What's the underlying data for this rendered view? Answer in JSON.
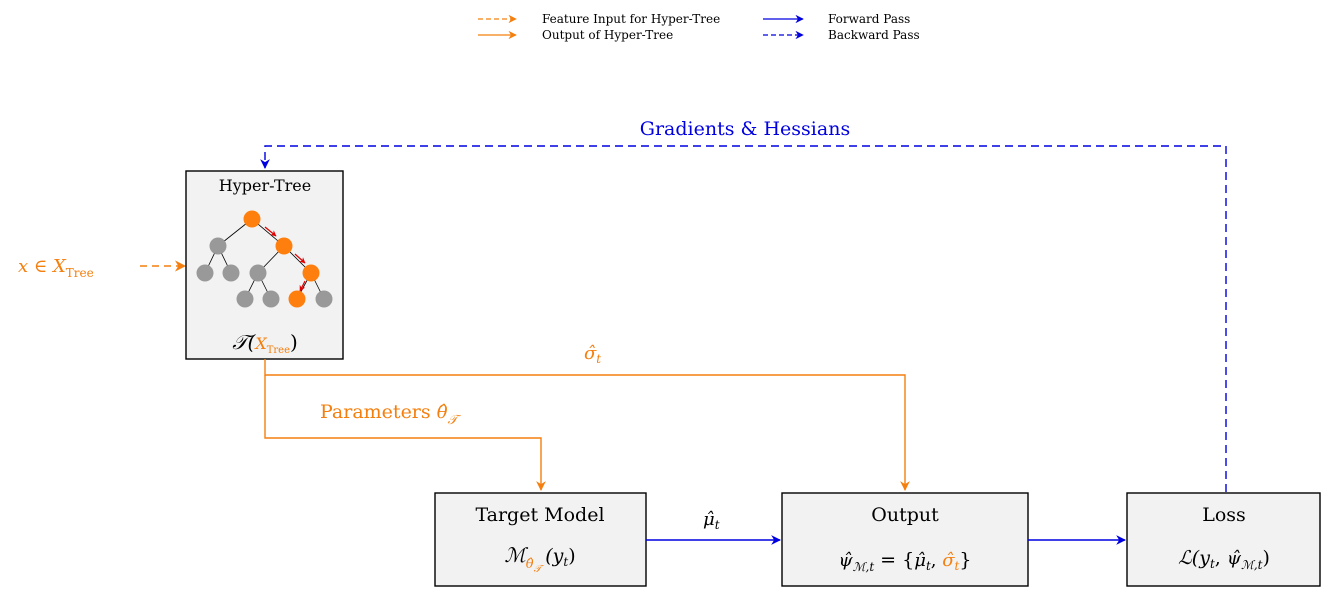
{
  "legend": {
    "items": [
      {
        "label": "Feature Input for Hyper-Tree",
        "style": "orange-dashed"
      },
      {
        "label": "Output of Hyper-Tree",
        "style": "orange-solid"
      },
      {
        "label": "Forward Pass",
        "style": "blue-solid"
      },
      {
        "label": "Backward Pass",
        "style": "blue-dashed"
      }
    ]
  },
  "edges": {
    "gradients_label": "Gradients & Hessians",
    "sigma_label": "σ̂",
    "sigma_sub": "t",
    "params_label": "Parameters ",
    "params_theta": "θ̂",
    "params_sub": "𝒯",
    "mu_label": "μ̂",
    "mu_sub": "t"
  },
  "input": {
    "x": "x",
    "in": " ∈ ",
    "X": "X",
    "sub": "Tree"
  },
  "hyper_tree": {
    "title": "Hyper-Tree",
    "func": "𝒯(",
    "arg": "X",
    "arg_sub": "Tree",
    "close": ")"
  },
  "target_model": {
    "title": "Target Model",
    "M": "ℳ",
    "sub_theta": "θ̂",
    "sub_T": "𝒯",
    "arg": "(y",
    "arg_sub": "t",
    "close": ")"
  },
  "output": {
    "title": "Output",
    "psi": "ψ̂",
    "psi_sub": "ℳ,t",
    "eq": " = {",
    "mu": "μ̂",
    "mu_sub": "t",
    "comma": ", ",
    "sigma": "σ̂",
    "sigma_sub": "t",
    "close": "}"
  },
  "loss": {
    "title": "Loss",
    "L": "ℒ(y",
    "L_sub": "t",
    "comma": ", ",
    "psi": "ψ̂",
    "psi_sub": "ℳ,t",
    "close": ")"
  },
  "colors": {
    "orange": "#f47f0e",
    "blue": "#0000e0",
    "gray_node": "#999999",
    "box_fill": "#f2f2f2"
  }
}
